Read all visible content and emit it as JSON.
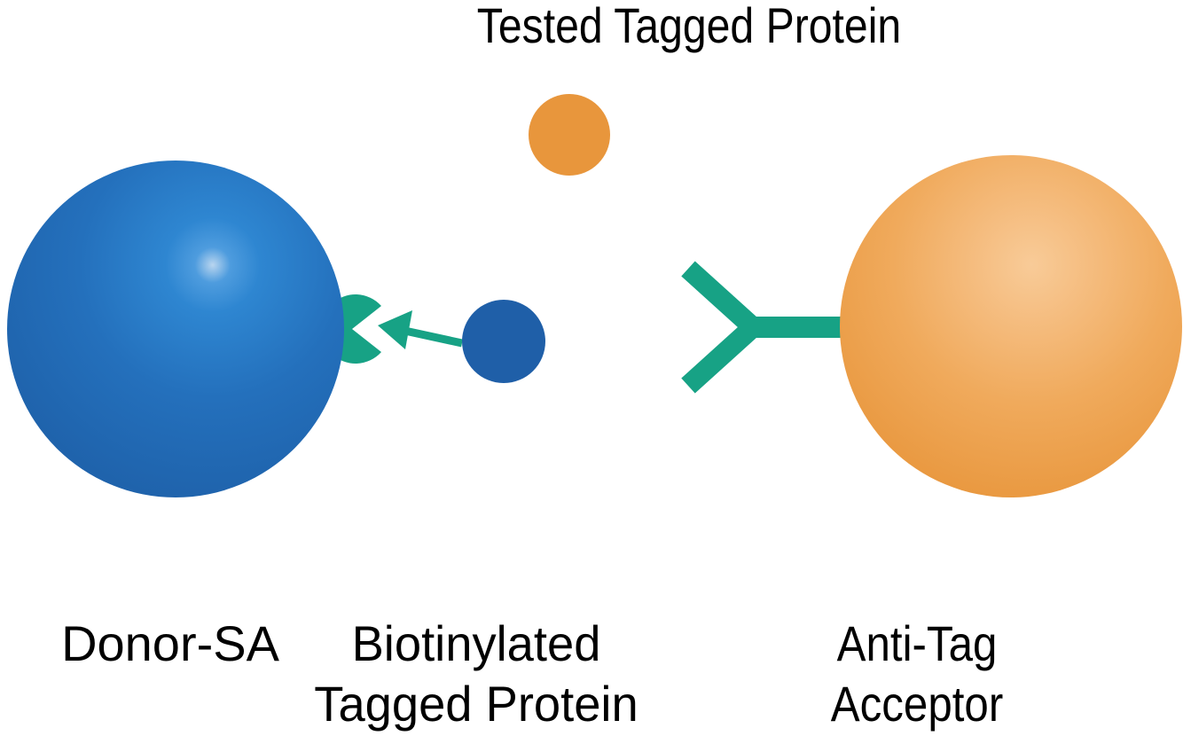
{
  "title": "Tested Tagged Protein",
  "labels": {
    "donor": "Donor-SA",
    "biotinylated": {
      "line1": "Biotinylated",
      "line2": "Tagged Protein"
    },
    "acceptor": {
      "line1": "Anti-Tag",
      "line2": "Acceptor"
    }
  },
  "icons": {
    "streptavidin_pocket": "pacman-notch-shape",
    "binding_arrow": "left-pointing-arrow",
    "antibody": "y-shaped-antibody"
  },
  "colors": {
    "background": "#FFFFFF",
    "text": "#000000",
    "green": "#17A285",
    "donor_blue_highlight": "#B9D5EF",
    "donor_blue_bright": "#2E86D1",
    "donor_blue_mid": "#2470BC",
    "donor_blue_edge": "#1E5FA7",
    "small_blue": "#1F5FA8",
    "acceptor_orange_highlight": "#F8CB98",
    "acceptor_orange_mid": "#F0AA5C",
    "acceptor_orange_edge": "#E8953A",
    "small_orange": "#E8963C"
  }
}
